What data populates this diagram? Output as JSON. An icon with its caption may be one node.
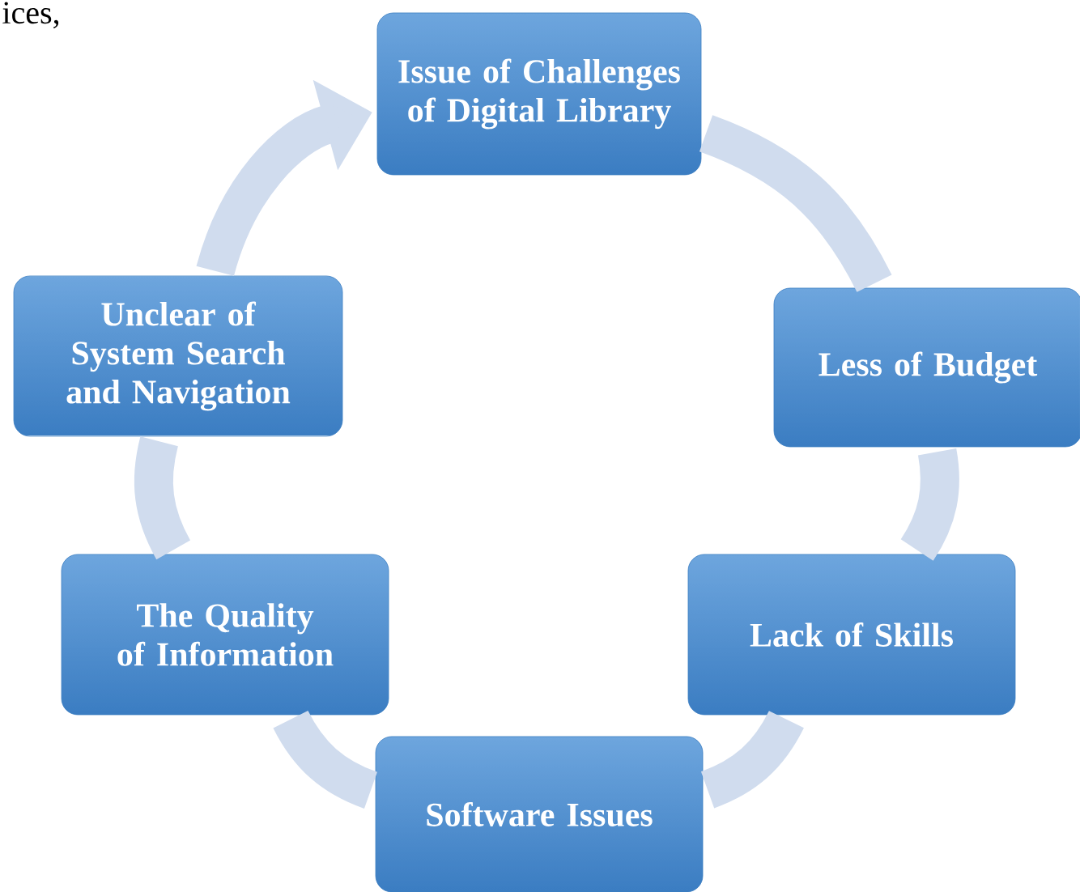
{
  "diagram": {
    "nodes": [
      {
        "text": [
          "Issue of Challenges of Digital Library"
        ]
      },
      {
        "text": [
          "Less of Budget"
        ]
      },
      {
        "text": [
          "Lack of Skills"
        ]
      },
      {
        "text": [
          "Software Issues"
        ]
      },
      {
        "text": [
          "The Quality of Information"
        ]
      },
      {
        "text": [
          "Unclear of System Search and Navigation"
        ]
      }
    ],
    "edges": [
      {
        "from": 0,
        "to": 1,
        "arrow": "none"
      },
      {
        "from": 1,
        "to": 2,
        "arrow": "none"
      },
      {
        "from": 2,
        "to": 3,
        "arrow": "none"
      },
      {
        "from": 3,
        "to": 4,
        "arrow": "none"
      },
      {
        "from": 4,
        "to": 5,
        "arrow": "none"
      },
      {
        "from": 5,
        "to": 0,
        "arrow": "to"
      }
    ],
    "labels": [
      "ices,"
    ]
  }
}
